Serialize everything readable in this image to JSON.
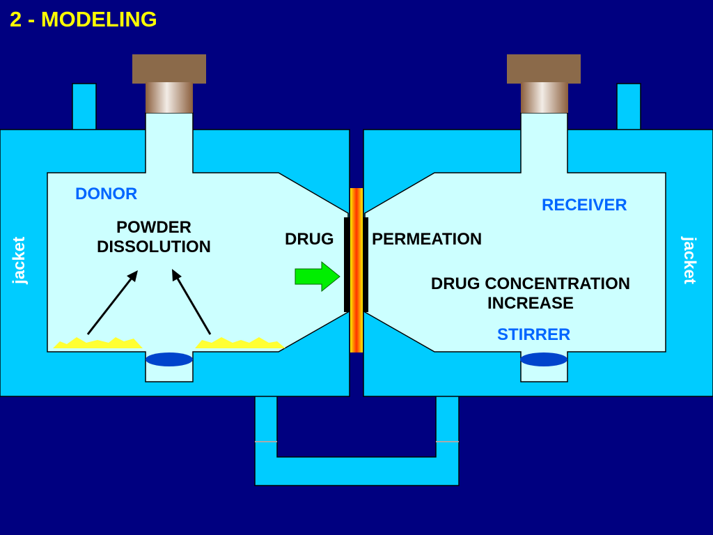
{
  "slide": {
    "title": "2 - MODELING"
  },
  "diagram": {
    "donor_label": "DONOR",
    "receiver_label": "RECEIVER",
    "powder_line1": "POWDER",
    "powder_line2": "DISSOLUTION",
    "drug_label": "DRUG",
    "permeation_label": "PERMEATION",
    "concentration_line1": "DRUG CONCENTRATION",
    "concentration_line2": "INCREASE",
    "stirrer_label": "STIRRER",
    "jacket_left": "jacket",
    "jacket_right": "jacket"
  },
  "colors": {
    "background": "#000080",
    "jacket": "#00ccff",
    "chamber": "#ccffff",
    "title": "#ffff00",
    "label_blue": "#0066ff",
    "stirrer": "#0044cc",
    "powder": "#ffff33",
    "arrow_green": "#00ee00",
    "cap": "#8b6a4a"
  }
}
